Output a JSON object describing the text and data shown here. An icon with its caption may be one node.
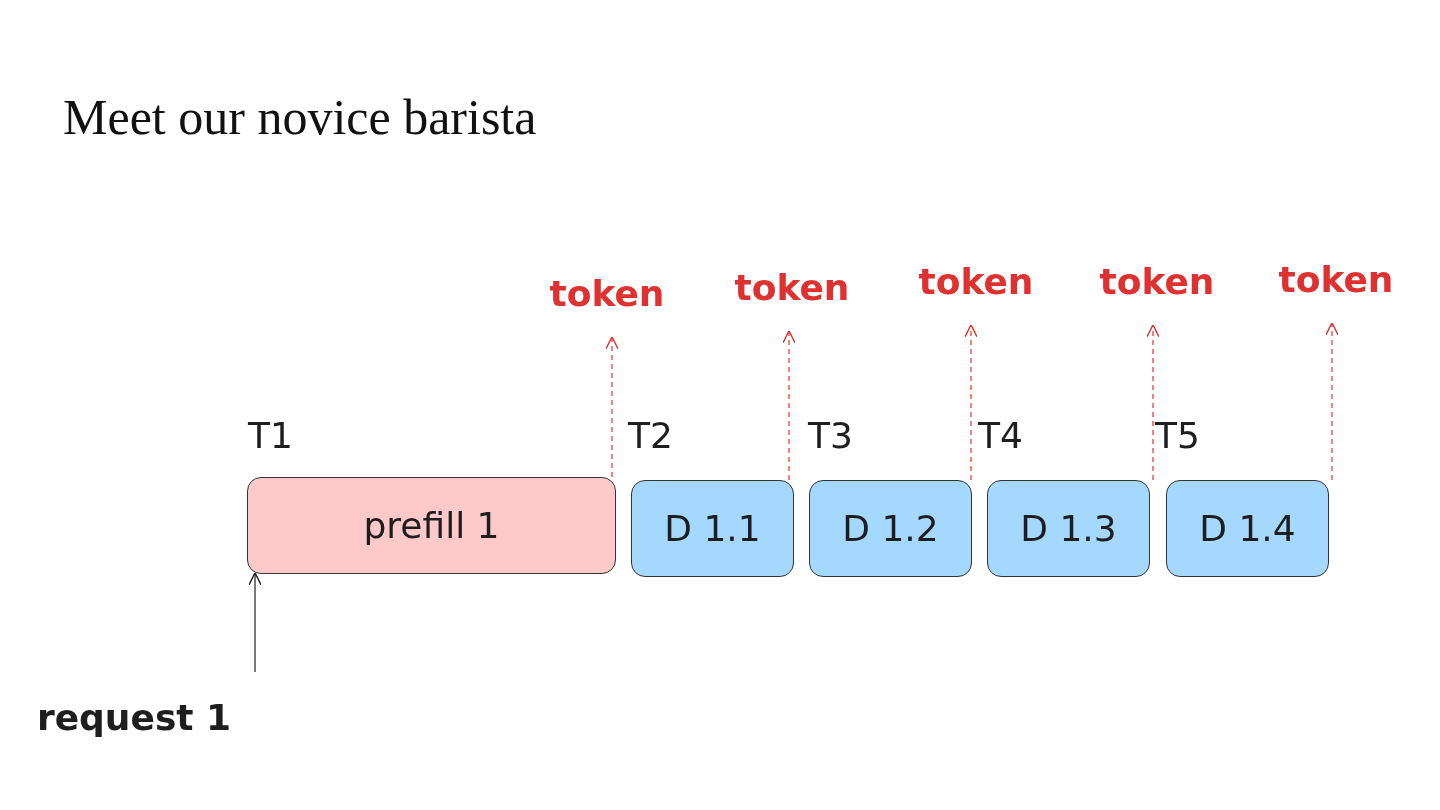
{
  "diagram": {
    "title": "Meet our novice barista",
    "nodes": [
      {
        "text": [
          "prefill 1"
        ]
      },
      {
        "text": [
          "D 1.1"
        ]
      },
      {
        "text": [
          "D 1.2"
        ]
      },
      {
        "text": [
          "D 1.3"
        ]
      },
      {
        "text": [
          "D 1.4"
        ]
      },
      {
        "text": [
          "token"
        ]
      },
      {
        "text": [
          "token"
        ]
      },
      {
        "text": [
          "token"
        ]
      },
      {
        "text": [
          "token"
        ]
      },
      {
        "text": [
          "token"
        ]
      },
      {
        "text": [
          "request 1"
        ]
      }
    ],
    "edges": [
      {
        "from": 10,
        "to": 0,
        "arrow": "to",
        "color": "#1e1e1e"
      },
      {
        "from": 0,
        "to": 5,
        "arrow": "to",
        "style": "dashed",
        "color": "#e03131"
      },
      {
        "from": 1,
        "to": 6,
        "arrow": "to",
        "style": "dashed",
        "color": "#e03131"
      },
      {
        "from": 2,
        "to": 7,
        "arrow": "to",
        "style": "dashed",
        "color": "#e03131"
      },
      {
        "from": 3,
        "to": 8,
        "arrow": "to",
        "style": "dashed",
        "color": "#e03131"
      },
      {
        "from": 4,
        "to": 9,
        "arrow": "to",
        "style": "dashed",
        "color": "#e03131"
      }
    ],
    "labels": [
      "T1",
      "T2",
      "T3",
      "T4",
      "T5"
    ]
  }
}
